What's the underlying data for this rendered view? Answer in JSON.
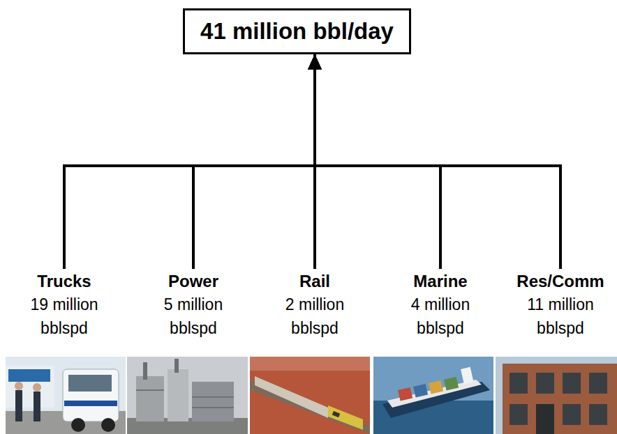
{
  "diagram": {
    "nodes": [
      {
        "text": [
          "41 million bbl/day"
        ]
      },
      {
        "text": [
          "Trucks",
          "19 million bblspd"
        ]
      },
      {
        "text": [
          "Power",
          "5 million bblspd"
        ]
      },
      {
        "text": [
          "Rail",
          "2 million bblspd"
        ]
      },
      {
        "text": [
          "Marine",
          "4 million bblspd"
        ]
      },
      {
        "text": [
          "Res/Comm",
          "11 million bblspd"
        ]
      }
    ],
    "edges": [
      {
        "from": 1,
        "to": 0,
        "arrow": "to"
      },
      {
        "from": 2,
        "to": 0,
        "arrow": "to"
      },
      {
        "from": 3,
        "to": 0,
        "arrow": "to"
      },
      {
        "from": 4,
        "to": 0,
        "arrow": "to"
      },
      {
        "from": 5,
        "to": 0,
        "arrow": "to"
      }
    ]
  }
}
